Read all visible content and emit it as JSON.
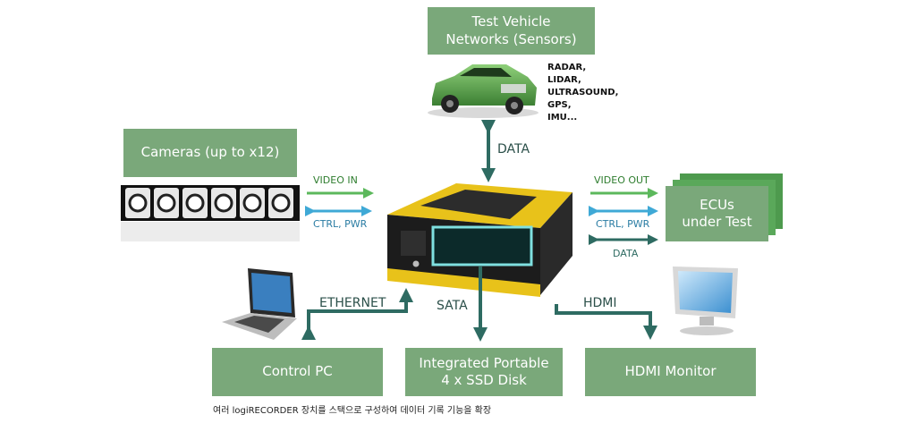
{
  "boxes": {
    "networks": {
      "line1": "Test Vehicle",
      "line2": "Networks (Sensors)"
    },
    "cameras": "Cameras (up to x12)",
    "ecus": {
      "line1": "ECUs",
      "line2": "under Test"
    },
    "control_pc": "Control PC",
    "ssd": {
      "line1": "Integrated Portable",
      "line2": "4 x SSD Disk"
    },
    "hdmi_monitor": "HDMI Monitor"
  },
  "sensors": [
    "RADAR,",
    "LIDAR,",
    "ULTRASOUND,",
    "GPS,",
    "IMU..."
  ],
  "links": {
    "data_top": "DATA",
    "video_in": "VIDEO IN",
    "ctrl_pwr_left": "CTRL, PWR",
    "video_out": "VIDEO OUT",
    "ctrl_pwr_right": "CTRL, PWR",
    "data_right": "DATA",
    "ethernet": "ETHERNET",
    "sata": "SATA",
    "hdmi": "HDMI"
  },
  "caption": "여러 logiRECORDER 장치를 스택으로 구성하여 데이터 기록 기능을 확장",
  "colors": {
    "box_green": "#7aa87a",
    "arrow_teal": "#2e6b62",
    "arrow_green": "#5cb85c",
    "arrow_blue": "#3fa9d6",
    "device_yellow": "#e8c21a"
  }
}
